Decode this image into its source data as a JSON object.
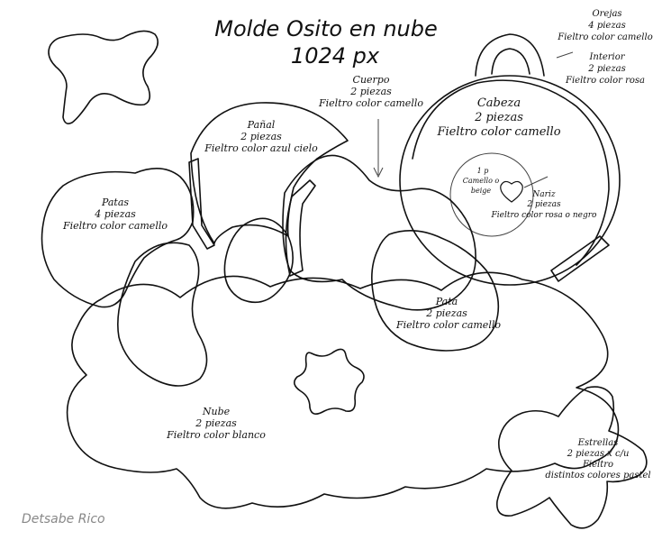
{
  "title": {
    "line1": "Molde Osito en nube",
    "line2": "1024 px"
  },
  "pieces": {
    "orejas": {
      "name": "Orejas",
      "qty": "4 piezas",
      "material": "Fieltro color camello"
    },
    "interior": {
      "name": "Interior",
      "qty": "2 piezas",
      "material": "Fieltro color rosa"
    },
    "cuerpo": {
      "name": "Cuerpo",
      "qty": "2 piezas",
      "material": "Fieltro color camello"
    },
    "cabeza": {
      "name": "Cabeza",
      "qty": "2 piezas",
      "material": "Fieltro color camello"
    },
    "panal": {
      "name": "Pañal",
      "qty": "2 piezas",
      "material": "Fieltro color azul cielo"
    },
    "patas": {
      "name": "Patas",
      "qty": "4 piezas",
      "material": "Fieltro color camello"
    },
    "hocico": {
      "qty": "1 p",
      "material_1": "Camello o",
      "material_2": "beige"
    },
    "nariz": {
      "name": "Nariz",
      "qty": "2 piezas",
      "material": "Fieltro color rosa o negro"
    },
    "pata": {
      "name": "Pata",
      "qty": "2 piezas",
      "material": "Fieltro color camello"
    },
    "nube": {
      "name": "Nube",
      "qty": "2 piezas",
      "material": "Fieltro color blanco"
    },
    "estrellas": {
      "name": "Estrellas",
      "qty": "2 piezas x c/u",
      "material_1": "Fieltro",
      "material_2": "distintos colores pastel"
    }
  },
  "signature": "Detsabe Rico"
}
